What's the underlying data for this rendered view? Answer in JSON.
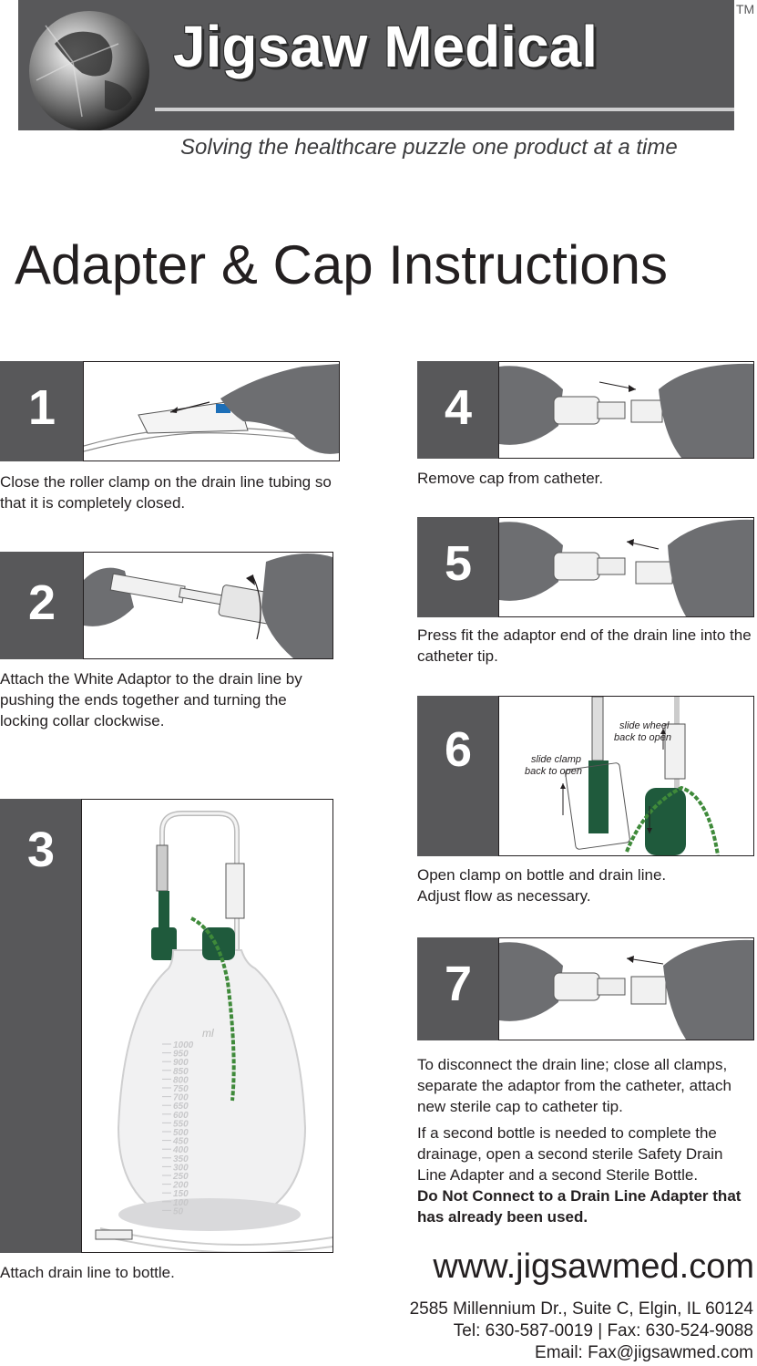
{
  "brand": {
    "name": "Jigsaw Medical",
    "trademark": "TM",
    "tagline": "Solving the healthcare puzzle one product at a time"
  },
  "title": "Adapter & Cap Instructions",
  "steps": [
    {
      "number": "1",
      "text": "Close the roller clamp on the drain line tubing so that it is completely closed."
    },
    {
      "number": "2",
      "text": "Attach the White Adaptor to the drain line by pushing the ends together and turning the locking collar clockwise."
    },
    {
      "number": "3",
      "text": "Attach drain line to bottle."
    },
    {
      "number": "4",
      "text": "Remove cap from catheter."
    },
    {
      "number": "5",
      "text": "Press fit the adaptor end of the drain line into the catheter tip."
    },
    {
      "number": "6",
      "text_line1": "Open clamp on bottle and drain line.",
      "text_line2": "Adjust flow as necessary.",
      "annotations": {
        "wheel_1": "slide wheel",
        "wheel_2": "back to open",
        "clamp_1": "slide clamp",
        "clamp_2": "back to open"
      }
    },
    {
      "number": "7",
      "text": "To disconnect the drain line; close all clamps, separate the adaptor from the catheter, attach new sterile cap to catheter tip.",
      "note": "If a second bottle is needed to complete the drainage, open a second sterile Safety Drain Line Adapter and a second Sterile Bottle.",
      "warning": "Do Not Connect to a Drain Line Adapter that has already been used."
    }
  ],
  "bottle": {
    "unit": "ml",
    "scale": [
      "1000",
      "950",
      "900",
      "850",
      "800",
      "750",
      "700",
      "650",
      "600",
      "550",
      "500",
      "450",
      "400",
      "350",
      "300",
      "250",
      "200",
      "150",
      "100",
      "50"
    ]
  },
  "footer": {
    "website": "www.jigsawmed.com",
    "address": "2585 Millennium Dr., Suite C, Elgin, IL 60124",
    "phone_fax": "Tel: 630-587-0019 | Fax: 630-524-9088",
    "email": "Email: Fax@jigsawmed.com"
  },
  "colors": {
    "panel": "#58585a",
    "text": "#231f20",
    "accent_green": "#1f5a3c",
    "tube_green": "#3f8a3a",
    "clamp_blue": "#1d6fb8"
  },
  "icons": [
    "globe-puzzle-logo",
    "gloved-hand",
    "arrow"
  ]
}
